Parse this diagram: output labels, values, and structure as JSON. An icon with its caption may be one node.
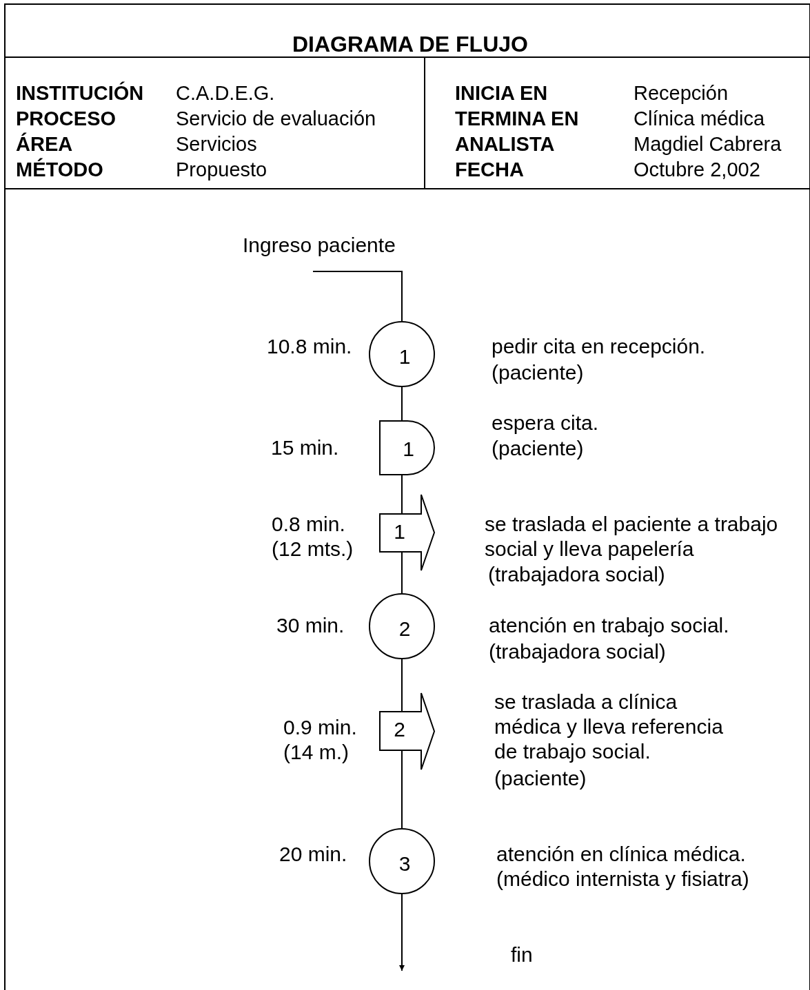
{
  "diagram": {
    "title": "DIAGRAMA DE FLUJO",
    "nodes": [
      {
        "text": [
          "Ingreso paciente"
        ]
      },
      {
        "text": [
          "1"
        ],
        "beside": [
          "10.8 min.",
          "pedir cita en recepción.",
          "(paciente)"
        ]
      },
      {
        "text": [
          "1"
        ],
        "beside": [
          "15 min.",
          "espera cita.",
          "(paciente)"
        ]
      },
      {
        "text": [
          "1"
        ],
        "beside": [
          "0.8 min. (12 mts.)",
          "se traslada el paciente a trabajo social y lleva papelería",
          "(trabajadora social)"
        ]
      },
      {
        "text": [
          "2"
        ],
        "beside": [
          "30 min.",
          "atención en trabajo social.",
          "(trabajadora social)"
        ]
      },
      {
        "text": [
          "2"
        ],
        "beside": [
          "0.9 min. (14 m.)",
          "se traslada a clínica médica y lleva referencia de trabajo social.",
          "(paciente)"
        ]
      },
      {
        "text": [
          "3"
        ],
        "beside": [
          "20 min.",
          "atención en clínica médica.",
          "(médico internista y fisiatra)"
        ]
      }
    ],
    "edges": [
      {
        "from": 0,
        "to": 1,
        "arrow": "none"
      },
      {
        "from": 1,
        "to": 2,
        "arrow": "none"
      },
      {
        "from": 2,
        "to": 3,
        "arrow": "none"
      },
      {
        "from": 3,
        "to": 4,
        "arrow": "none"
      },
      {
        "from": 4,
        "to": 5,
        "arrow": "none"
      },
      {
        "from": 5,
        "to": 6,
        "arrow": "none"
      },
      {
        "from": 6,
        "to": null,
        "arrow": "to"
      }
    ],
    "labels": [
      "INSTITUCIÓN",
      "C.A.D.E.G.",
      "INICIA EN",
      "Recepción",
      "PROCESO",
      "Servicio de evaluación",
      "TERMINA EN",
      "Clínica médica",
      "ÁREA",
      "Servicios",
      "ANALISTA",
      "Magdiel Cabrera",
      "MÉTODO",
      "Propuesto",
      "FECHA",
      "Octubre 2,002",
      "fin"
    ]
  }
}
